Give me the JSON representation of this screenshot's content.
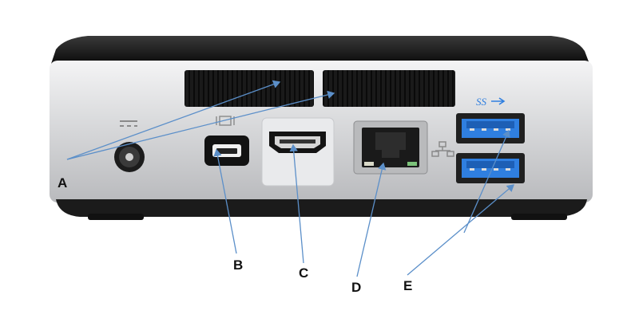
{
  "labels": {
    "a": "A",
    "b": "B",
    "c": "C",
    "d": "D",
    "e": "E"
  },
  "icons": {
    "dc": "dc-power-icon",
    "display": "display-icon",
    "network": "network-icon",
    "usb": "usb-superspeed-icon"
  },
  "usb_logo_text": "SS",
  "colors": {
    "body_silver": "#d9dadc",
    "top_black": "#151515",
    "usb_blue": "#2f7fe0",
    "arrow_blue": "#5b8fc9"
  }
}
